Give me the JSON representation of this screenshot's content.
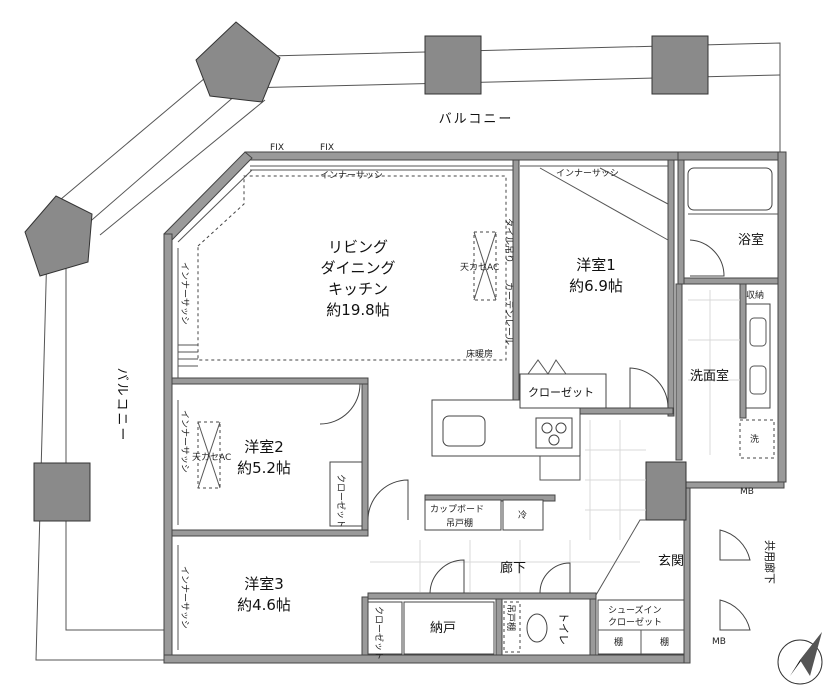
{
  "balcony": {
    "top_label": "バルコニー",
    "left_label": "バルコニー"
  },
  "rooms": {
    "ldk": {
      "name_line1": "リビング",
      "name_line2": "ダイニング",
      "name_line3": "キッチン",
      "area": "約19.8帖"
    },
    "western1": {
      "name": "洋室1",
      "area": "約6.9帖"
    },
    "western2": {
      "name": "洋室2",
      "area": "約5.2帖"
    },
    "western3": {
      "name": "洋室3",
      "area": "約4.6帖"
    },
    "bath": {
      "name": "浴室"
    },
    "washroom": {
      "name": "洗面室"
    },
    "entrance": {
      "name": "玄関"
    },
    "hallway": {
      "name": "廊下"
    },
    "toilet": {
      "name": "トイレ"
    },
    "storage": {
      "name": "納戸"
    }
  },
  "labels": {
    "inner_sash": "インナーサッシ",
    "fix": "FIX",
    "closet": "クローゼット",
    "closet_short": "クロー\nゼット",
    "shoes_in_closet_line1": "シューズイン",
    "shoes_in_closet_line2": "クローゼット",
    "shelf": "棚",
    "cupboard": "カップボード",
    "hanging_cabinet": "吊戸棚",
    "fridge": "冷",
    "floor_heating": "床暖房",
    "ceiling_ac": "天カセAC",
    "storage_small": "収納",
    "washer": "洗",
    "tile_hanging": "タイル吊り",
    "curtain_rail": "カーテンレール",
    "mb": "MB",
    "shared_corridor": "共用廊下"
  }
}
